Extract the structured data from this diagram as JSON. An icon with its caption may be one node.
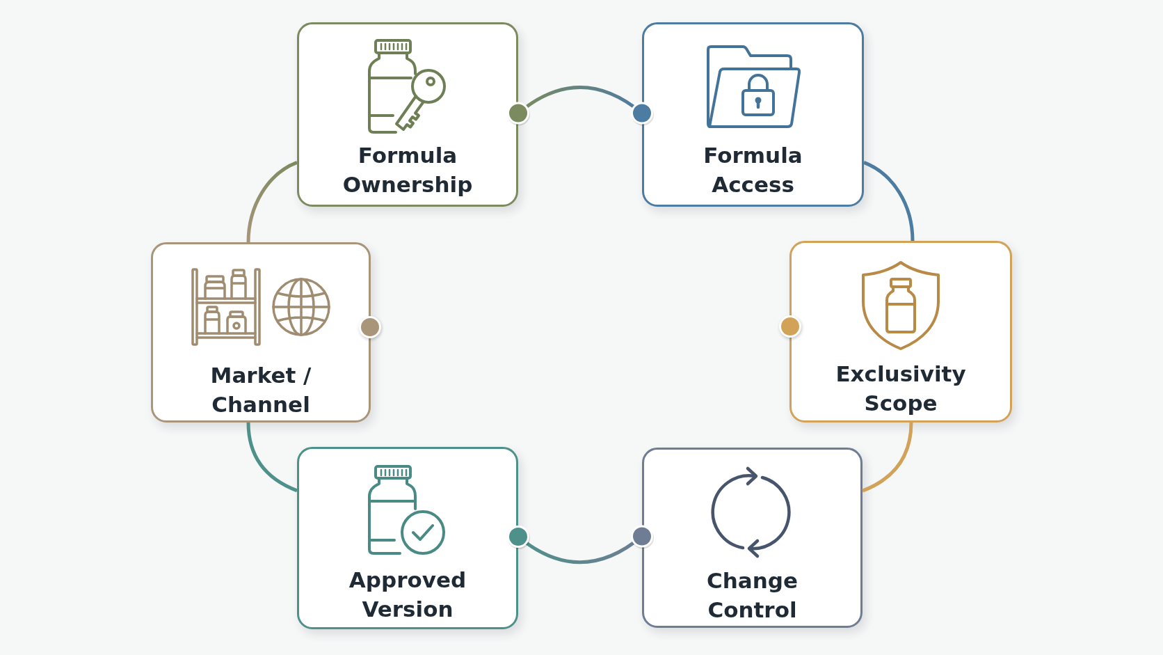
{
  "diagram": {
    "nodes": [
      {
        "text": [
          "Formula Ownership"
        ]
      },
      {
        "text": [
          "Formula Access"
        ]
      },
      {
        "text": [
          "Market / Channel"
        ]
      },
      {
        "text": [
          "Exclusivity Scope"
        ]
      },
      {
        "text": [
          "Approved Version"
        ]
      },
      {
        "text": [
          "Change Control"
        ]
      }
    ],
    "edges": [
      {
        "from": 0,
        "to": 1,
        "arrow": "other"
      },
      {
        "from": 1,
        "to": 3,
        "arrow": "none"
      },
      {
        "from": 3,
        "to": 5,
        "arrow": "none"
      },
      {
        "from": 5,
        "to": 4,
        "arrow": "other"
      },
      {
        "from": 4,
        "to": 2,
        "arrow": "none"
      },
      {
        "from": 2,
        "to": 0,
        "arrow": "none"
      }
    ]
  }
}
